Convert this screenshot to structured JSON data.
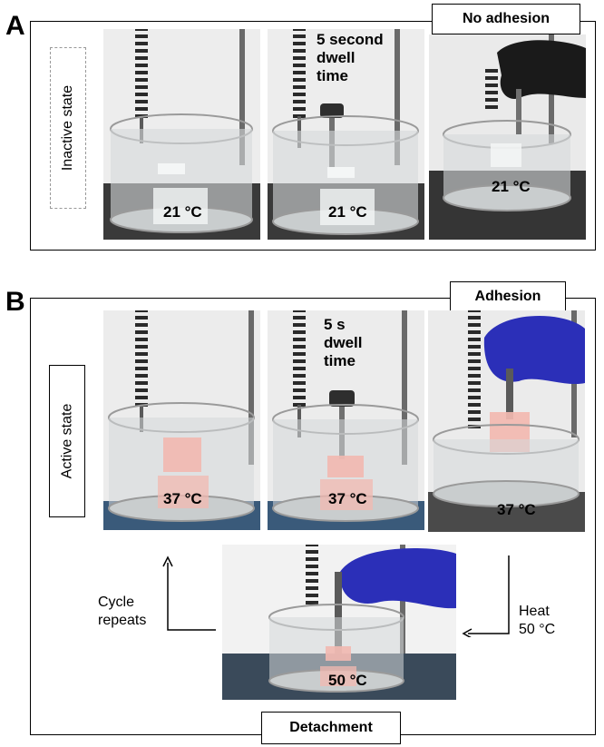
{
  "panel_a": {
    "letter": "A",
    "state_label": "Inactive state",
    "result_label": "No adhesion",
    "photos": [
      {
        "temp": "21 °C",
        "caption": ""
      },
      {
        "temp": "21 °C",
        "caption_lines": [
          "5 second",
          "dwell",
          "time"
        ]
      },
      {
        "temp": "21 °C",
        "caption": ""
      }
    ]
  },
  "panel_b": {
    "letter": "B",
    "state_label": "Active state",
    "result_label": "Adhesion",
    "photos": [
      {
        "temp": "37 °C"
      },
      {
        "temp": "37 °C",
        "caption_lines": [
          "5 s",
          "dwell",
          "time"
        ]
      },
      {
        "temp": "37 °C"
      }
    ],
    "bottom_photo": {
      "temp": "50 °C"
    },
    "left_note_lines": [
      "Cycle",
      "repeats"
    ],
    "right_note_lines": [
      "Heat",
      "50 °C"
    ],
    "detach_label": "Detachment"
  },
  "colors": {
    "glove_black": "#1a1a1a",
    "glove_blue": "#2b2fb8",
    "hydrogel_pink": "#f2b8b0",
    "cube_white": "#f4f6f6",
    "coil_dark": "#2a2a2a"
  }
}
